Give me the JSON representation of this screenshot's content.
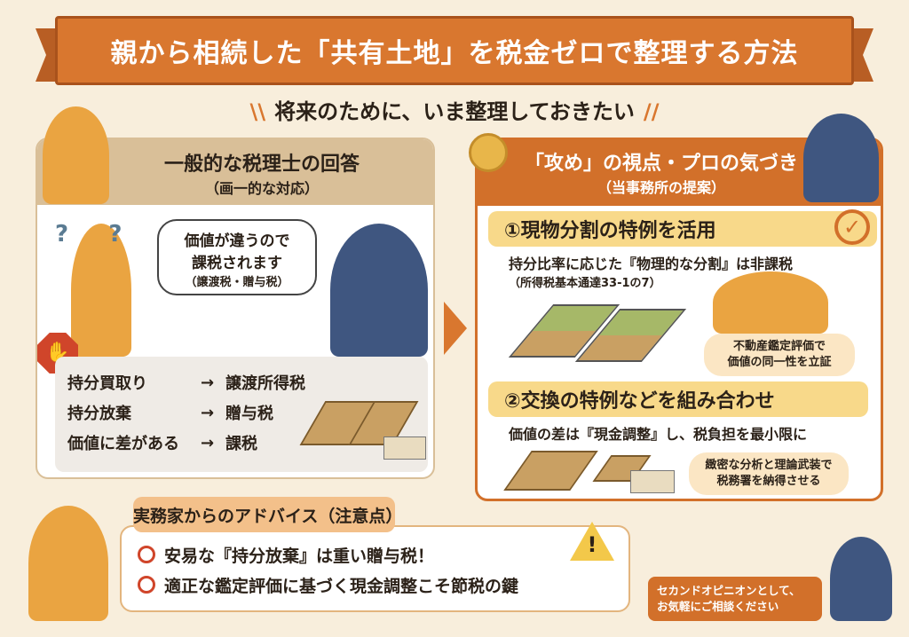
{
  "title": "親から相続した「共有土地」を税金ゼロで整理する方法",
  "subtitle": "将来のために、いま整理しておきたい",
  "left_panel": {
    "heading": "一般的な税理士の回答",
    "subheading": "（画一的な対応）",
    "speech": {
      "line1": "価値が違うので",
      "line2": "課税されます",
      "line3": "（譲渡税・贈与税）"
    },
    "rows": [
      {
        "action": "持分買取り",
        "arrow": "→",
        "result": "譲渡所得税"
      },
      {
        "action": "持分放棄",
        "arrow": "→",
        "result": "贈与税"
      },
      {
        "action": "価値に差がある",
        "arrow": "→",
        "result": "課税"
      }
    ]
  },
  "right_panel": {
    "heading": "「攻め」の視点・プロの気づき",
    "subheading": "（当事務所の提案）",
    "section1": {
      "title": "①現物分割の特例を活用",
      "text": "持分比率に応じた『物理的な分割』は非課税",
      "note": "（所得税基本通達33-1の7）",
      "callout_line1": "不動産鑑定評価で",
      "callout_line2": "価値の同一性を立証"
    },
    "section2": {
      "title": "②交換の特例などを組み合わせ",
      "text": "価値の差は『現金調整』し、税負担を最小限に",
      "callout_line1": "緻密な分析と理論武装で",
      "callout_line2": "税務署を納得させる"
    }
  },
  "advice": {
    "heading": "実務家からのアドバイス（注意点）",
    "items": [
      "安易な『持分放棄』は重い贈与税！",
      "適正な鑑定評価に基づく現金調整こそ節税の鍵"
    ]
  },
  "cta": {
    "line1": "セカンドオピニオンとして、",
    "line2": "お気軽にご相談ください"
  },
  "colors": {
    "orange": "#d2702a",
    "tan": "#d9bf98",
    "yellow": "#f8d98a",
    "background": "#f8eedc"
  }
}
